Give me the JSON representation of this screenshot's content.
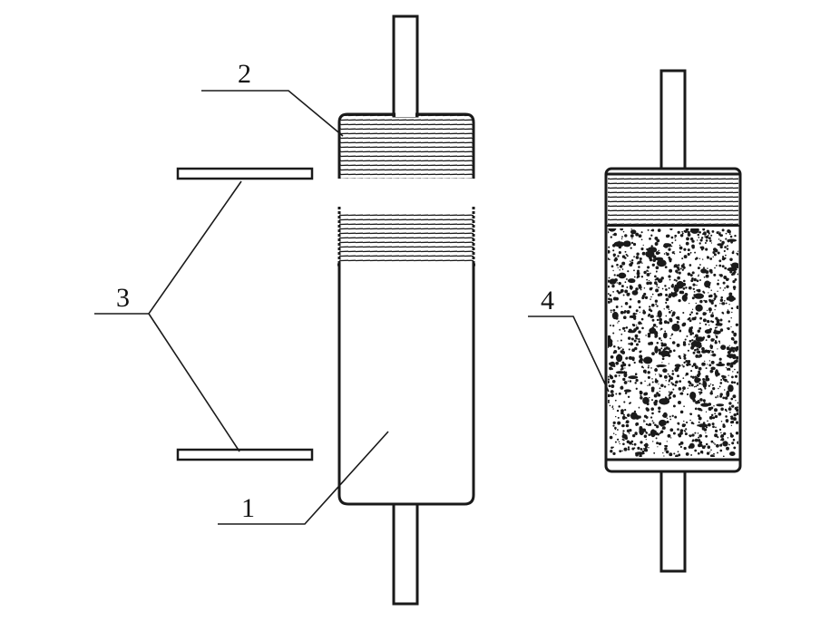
{
  "diagram": {
    "callouts": [
      {
        "id": "1",
        "text": "1"
      },
      {
        "id": "2",
        "text": "2"
      },
      {
        "id": "3",
        "text": "3"
      },
      {
        "id": "4",
        "text": "4"
      }
    ],
    "colors": {
      "ink": "#1a1a1a",
      "background": "#ffffff",
      "packing_dark": "#1a1a1a"
    },
    "icons": {
      "empty_column": "column-body-icon",
      "end_cap": "threaded-end-cap-icon",
      "filter_plates": "filter-plate-icon",
      "packed_column": "packed-column-icon"
    }
  }
}
